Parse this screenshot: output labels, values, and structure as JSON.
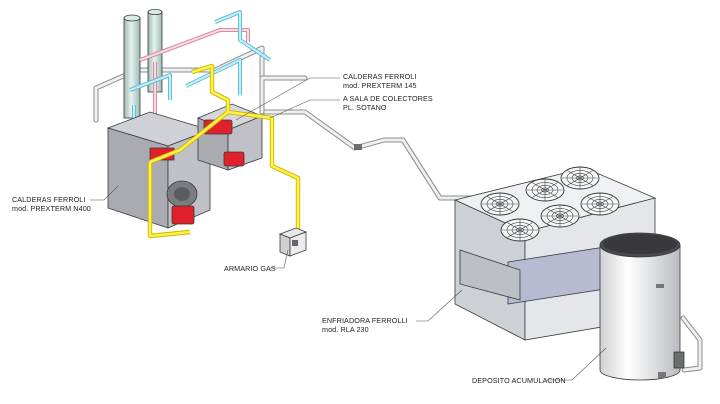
{
  "labels": {
    "calderas_145_line1": "CALDERAS FERROLI",
    "calderas_145_line2": "mod. PREXTERM 145",
    "sala_line1": "A SALA DE COLECTORES",
    "sala_line2": "PL. SOTANO",
    "calderas_n400_line1": "CALDERAS FERROLI",
    "calderas_n400_line2": "mod. PREXTERM N400",
    "armario_gas": "ARMARIO GAS",
    "enfriadora_line1": "ENFRIADORA FERROLLI",
    "enfriadora_line2": "mod. RLA 230",
    "deposito": "DEPOSITO ACUMULACION"
  },
  "colors": {
    "boiler_body": "#a9abb0",
    "burner_red": "#e0212b",
    "gas_pipe_yellow": "#f5e400",
    "cold_pipe_cyan": "#8fdcef",
    "hot_pipe_pink": "#f0a7bb",
    "chiller_body": "#e4e6ea",
    "tank_shell": "#f2f2f2"
  }
}
